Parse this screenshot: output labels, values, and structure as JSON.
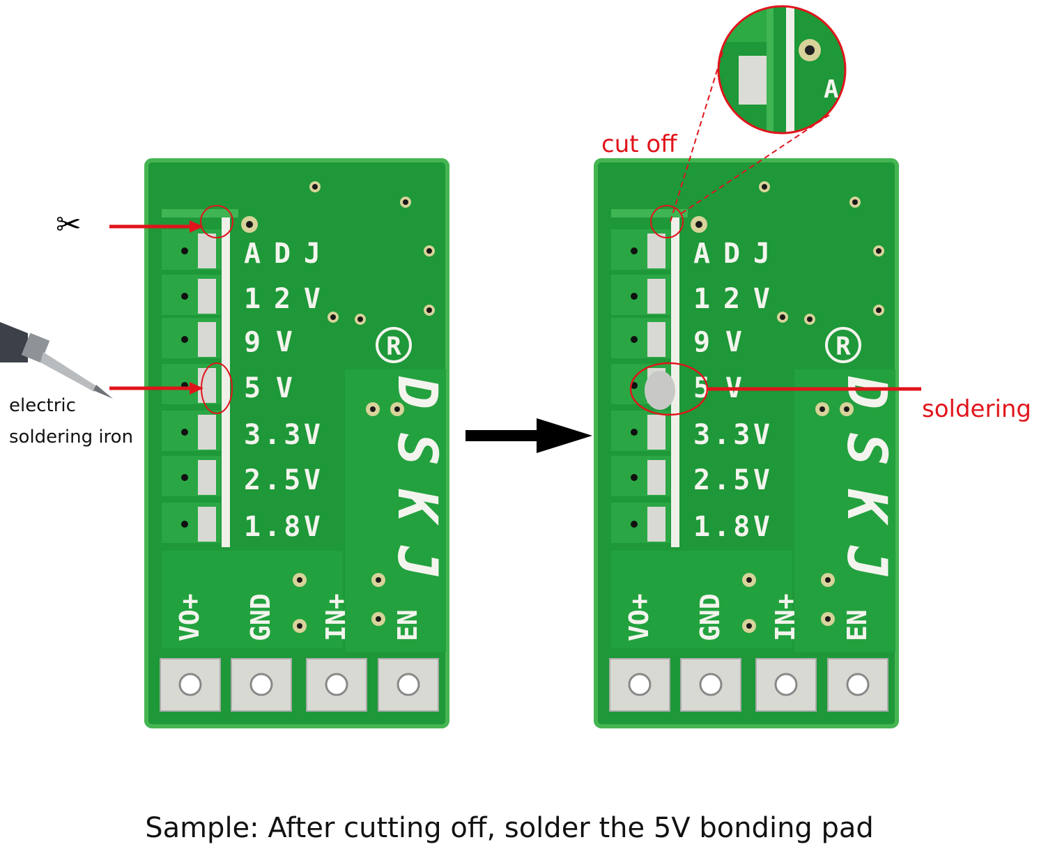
{
  "board": {
    "pad_labels": [
      "ADJ",
      "12V",
      "9V",
      "5V",
      "3.3V",
      "2.5V",
      "1.8V"
    ],
    "pin_labels": [
      "VO+",
      "GND",
      "IN+",
      "EN"
    ],
    "logo": "DSKJ",
    "registered_mark": "R"
  },
  "annotations": {
    "iron_line1": "electric",
    "iron_line2": "soldering iron",
    "cut_off": "cut off",
    "soldering": "soldering",
    "inset_letter": "A"
  },
  "caption": "Sample: After cutting off, solder the 5V bonding pad",
  "colors": {
    "pcb": "#1e9838",
    "pcb_edge": "#45b552",
    "silk": "#f4f4ee",
    "annotation": "#e0141b",
    "pad": "#d9d9d4"
  }
}
